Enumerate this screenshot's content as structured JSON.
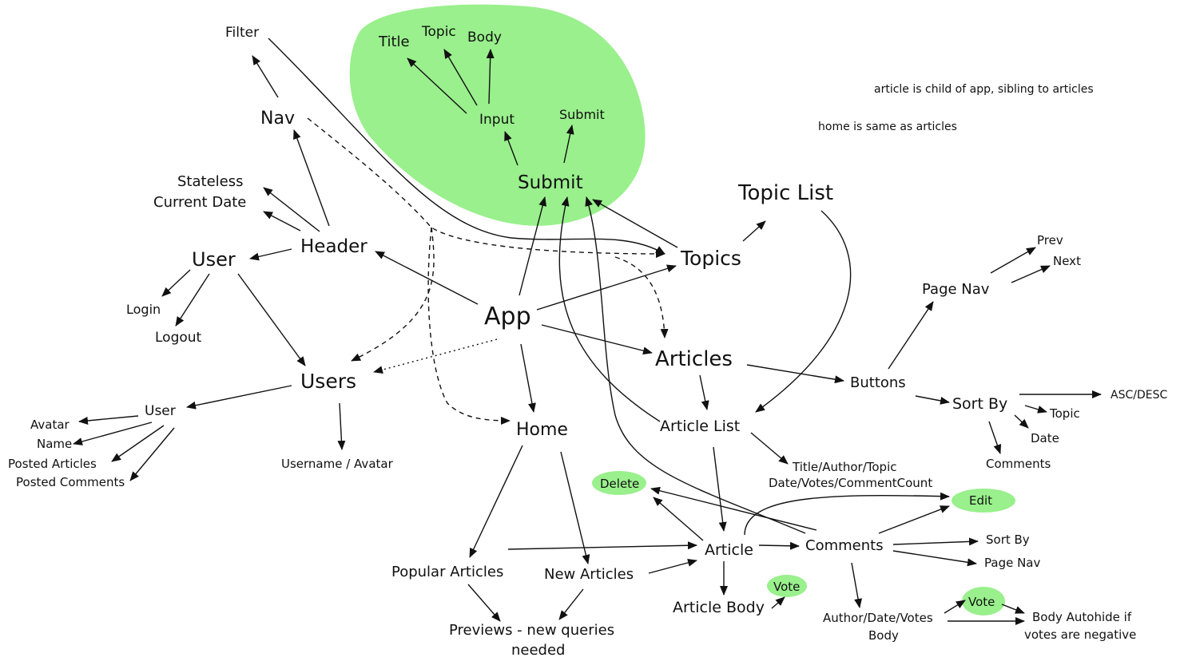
{
  "diagram": {
    "nodes": {
      "filter": "Filter",
      "nav": "Nav",
      "stateless": "Stateless",
      "current_date": "Current Date",
      "header": "Header",
      "user_top": "User",
      "login": "Login",
      "logout": "Logout",
      "users": "Users",
      "user_sub": "User",
      "avatar": "Avatar",
      "name": "Name",
      "posted_articles": "Posted Articles",
      "posted_comments": "Posted Comments",
      "username_avatar": "Username / Avatar",
      "title": "Title",
      "topic": "Topic",
      "body": "Body",
      "input": "Input",
      "submit_small": "Submit",
      "submit": "Submit",
      "app": "App",
      "home": "Home",
      "popular_articles": "Popular Articles",
      "new_articles": "New Articles",
      "previews_l1": "Previews - new queries",
      "previews_l2": "needed",
      "topic_list": "Topic List",
      "topics": "Topics",
      "articles": "Articles",
      "article_list": "Article List",
      "title_author_l1": "Title/Author/Topic",
      "title_author_l2": "Date/Votes/CommentCount",
      "buttons": "Buttons",
      "page_nav": "Page Nav",
      "prev": "Prev",
      "next": "Next",
      "sort_by": "Sort By",
      "asc_desc": "ASC/DESC",
      "sort_topic": "Topic",
      "sort_date": "Date",
      "sort_comments": "Comments",
      "delete": "Delete",
      "edit": "Edit",
      "article": "Article",
      "comments": "Comments",
      "comments_sort_by": "Sort By",
      "comments_page_nav": "Page Nav",
      "article_body": "Article Body",
      "vote_article": "Vote",
      "vote_comment": "Vote",
      "author_date_l1": "Author/Date/Votes",
      "author_date_l2": "Body",
      "autohide_l1": "Body Autohide if",
      "autohide_l2": "votes are negative"
    },
    "notes": {
      "note1": "article is child of app, sibling to articles",
      "note2": "home is same as articles"
    },
    "colors": {
      "highlight": "#99f08c",
      "ink": "#111111"
    }
  }
}
